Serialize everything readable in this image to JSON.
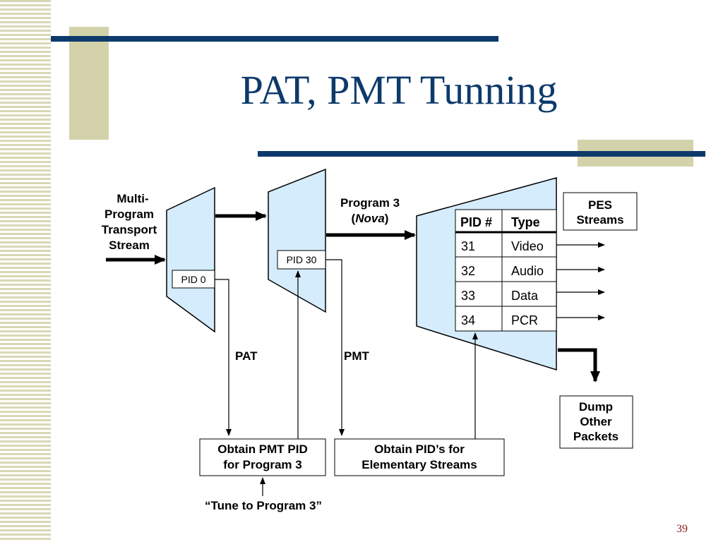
{
  "slide": {
    "title": "PAT, PMT Tunning",
    "page_number": "39"
  },
  "diagram": {
    "input_label": [
      "Multi-",
      "Program",
      "Transport",
      "Stream"
    ],
    "pid0": "PID 0",
    "pid30": "PID 30",
    "program_label_line1": "Program 3",
    "program_label_line2_open": "(",
    "program_label_line2_italic": "Nova",
    "program_label_line2_close": ")",
    "pat_label": "PAT",
    "pmt_label": "PMT",
    "table": {
      "headers": [
        "PID #",
        "Type"
      ],
      "rows": [
        [
          "31",
          "Video"
        ],
        [
          "32",
          "Audio"
        ],
        [
          "33",
          "Data"
        ],
        [
          "34",
          "PCR"
        ]
      ]
    },
    "pes_box": [
      "PES",
      "Streams"
    ],
    "dump_box": [
      "Dump",
      "Other",
      "Packets"
    ],
    "obtain_pmt_box": [
      "Obtain PMT PID",
      "for Program 3"
    ],
    "obtain_pid_box": [
      "Obtain PID’s for",
      "Elementary Streams"
    ],
    "tune_label": "“Tune to Program 3”",
    "colors": {
      "shape_fill": "#d4ecfb",
      "title": "#0d3a6b",
      "accent_block": "#d3d2aa"
    }
  }
}
